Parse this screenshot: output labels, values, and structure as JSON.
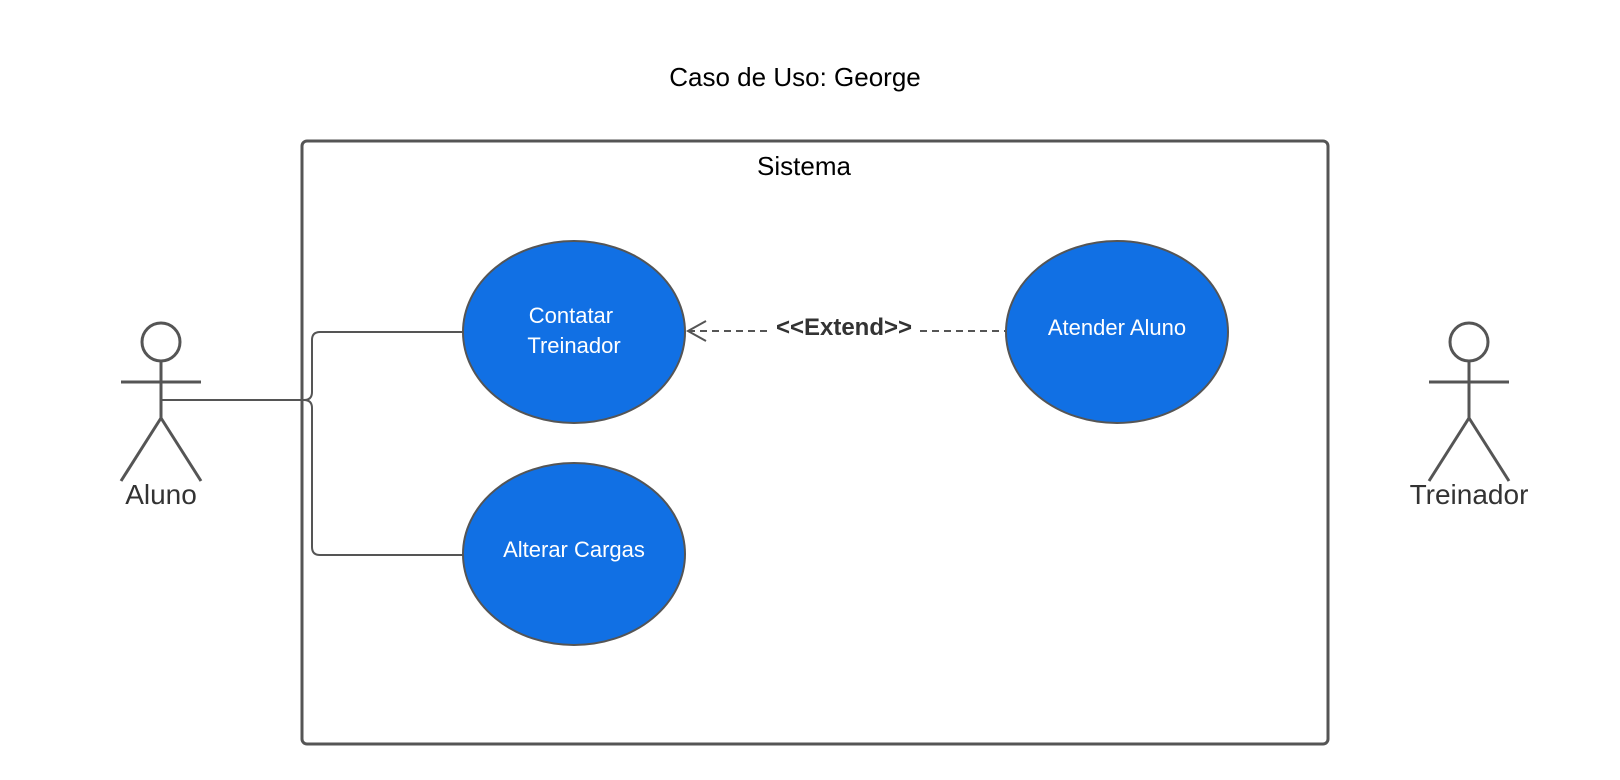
{
  "diagram": {
    "title": "Caso de Uso: George",
    "system": {
      "label": "Sistema"
    },
    "actors": {
      "aluno": {
        "label": "Aluno"
      },
      "treinador": {
        "label": "Treinador"
      }
    },
    "use_cases": {
      "contatar_treinador": {
        "lines": [
          "Contatar",
          "Treinador"
        ]
      },
      "atender_aluno": {
        "lines": [
          "Atender Aluno"
        ]
      },
      "alterar_cargas": {
        "lines": [
          "Alterar Cargas"
        ]
      }
    },
    "relations": {
      "extend": {
        "label": "<<Extend>>"
      }
    },
    "colors": {
      "use_case_fill": "#1170E4",
      "use_case_stroke": "#555555",
      "line": "#555555",
      "text_on_use_case": "#FFFFFF"
    }
  }
}
